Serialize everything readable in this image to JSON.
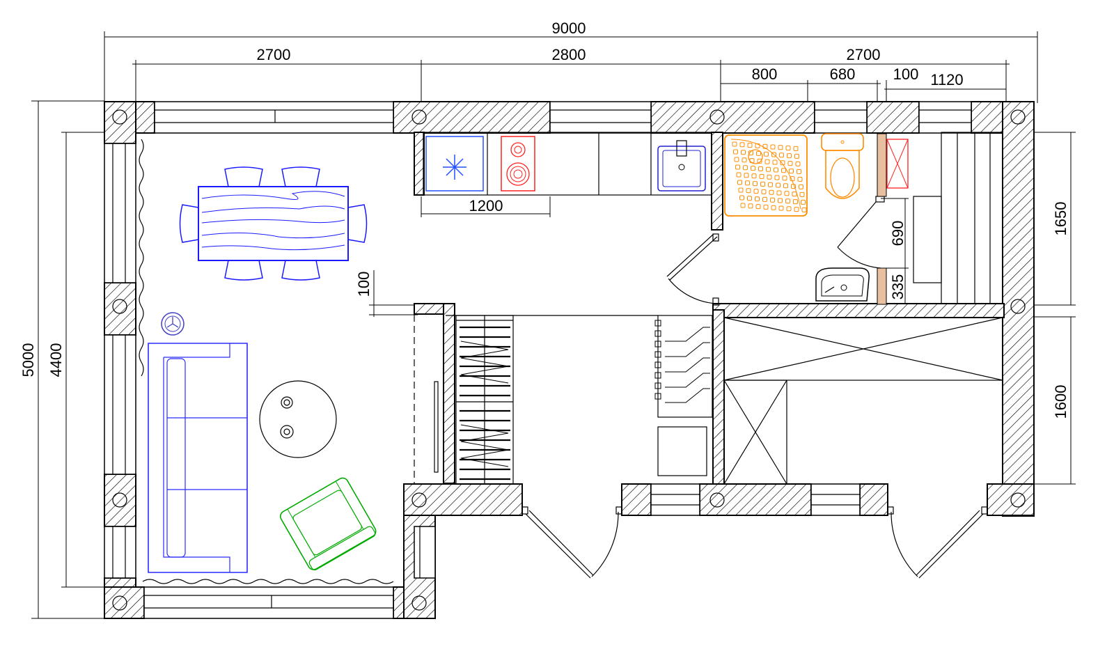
{
  "dimensions": {
    "overall_width": "9000",
    "overall_height": "5000",
    "inner_height": "4400",
    "seg_living": "2700",
    "seg_kitchen": "2800",
    "seg_bath_total": "2700",
    "seg_shower": "800",
    "seg_wc": "680",
    "seg_partition": "100",
    "seg_sauna": "1120",
    "kitchen_counter": "1200",
    "wall_thickness": "100",
    "bath_door": "690",
    "partition_gap": "335",
    "right_upper": "1650",
    "right_lower": "1600"
  },
  "colors": {
    "dining": "#1a1aff",
    "sofa": "#2a2aff",
    "armchair": "#00aa00",
    "stove": "#ff2020",
    "bath_fixtures": "#ff8c00",
    "fridge": "#2050ff",
    "sink": "#2020d0",
    "sauna_wall": "#e8c0a0"
  }
}
